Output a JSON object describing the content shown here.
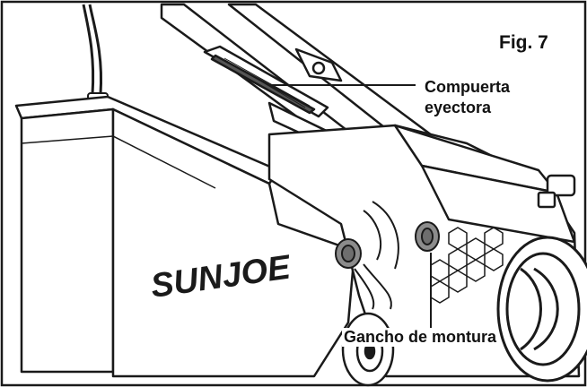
{
  "figure": {
    "label": "Fig. 7",
    "brand": "SUNJOE",
    "callouts": {
      "ejector_door": [
        "Compuerta",
        "eyectora"
      ],
      "mounting_hook": "Gancho de montura"
    }
  },
  "colors": {
    "line": "#1a1a1a",
    "knob_fill": "#8c8c8c",
    "background": "#ffffff"
  }
}
